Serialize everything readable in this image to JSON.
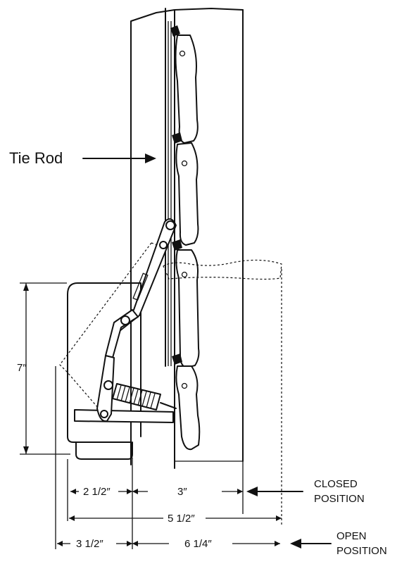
{
  "callout": {
    "label": "Tie Rod"
  },
  "dimensions": {
    "height": "7″",
    "closed_left": "2 1/2″",
    "closed_right": "3″",
    "closed_total": "5 1/2″",
    "open_left": "3 1/2″",
    "open_right": "6 1/4″"
  },
  "positions": {
    "closed_line1": "CLOSED",
    "closed_line2": "POSITION",
    "open_line1": "OPEN",
    "open_line2": "POSITION"
  }
}
